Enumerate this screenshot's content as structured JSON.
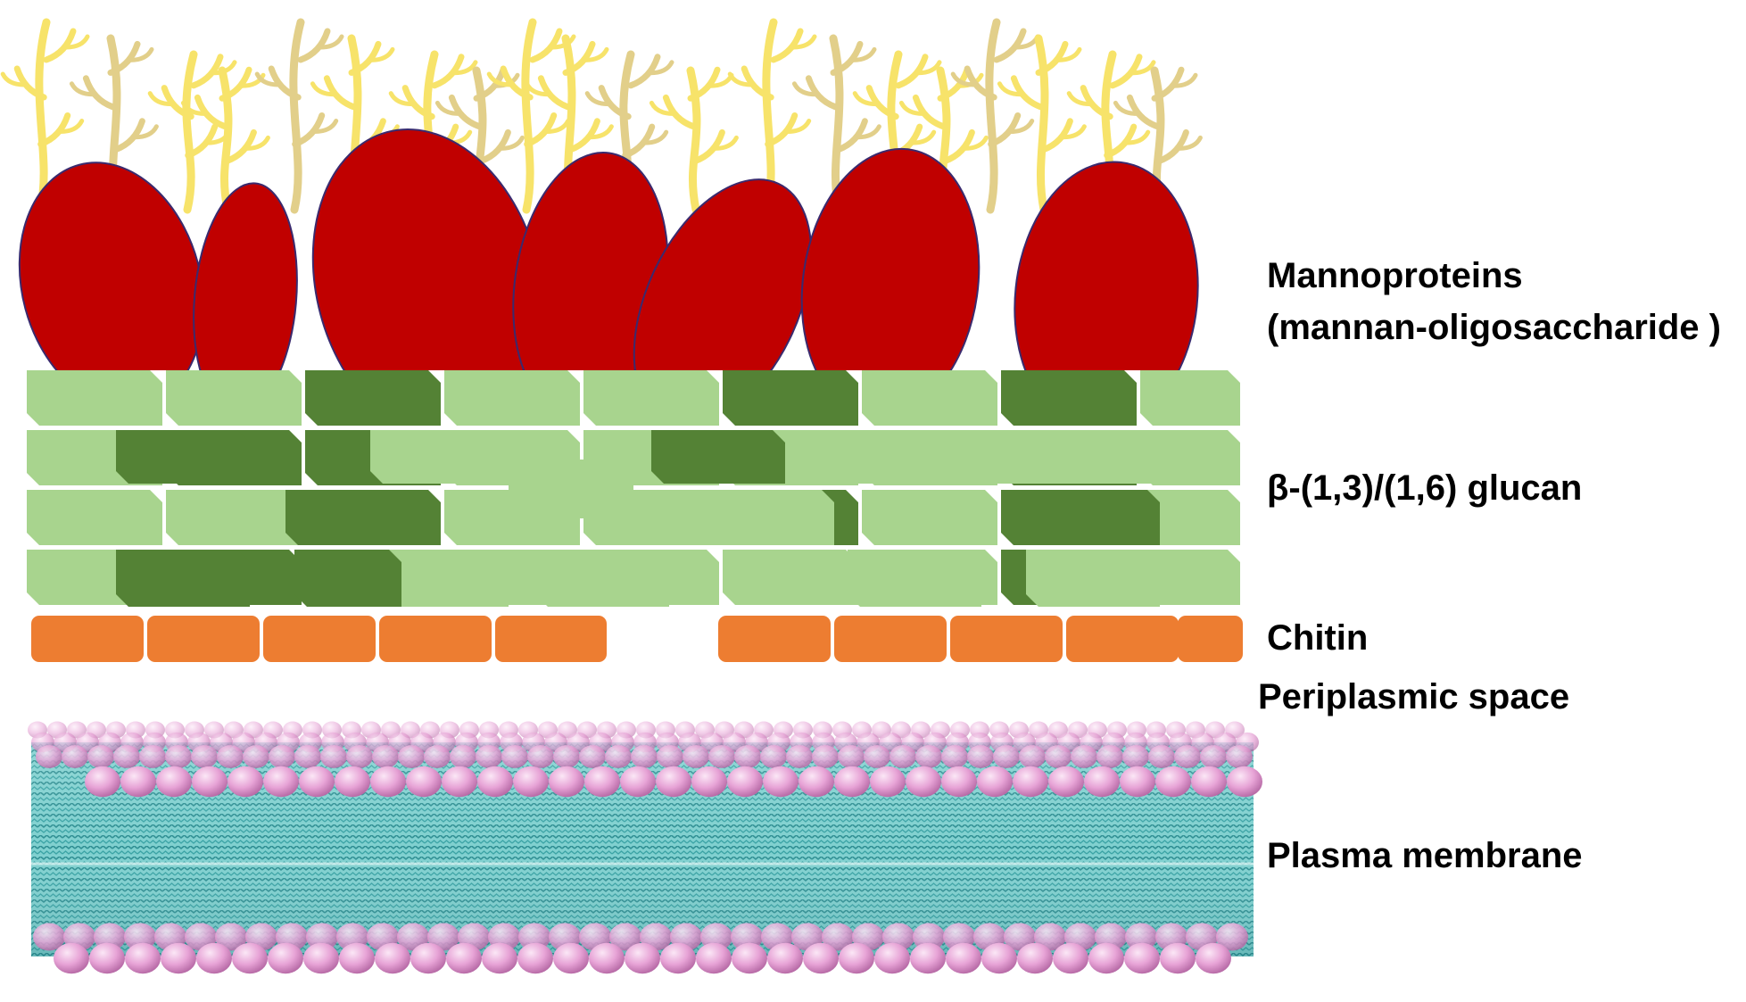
{
  "labels": {
    "mannoproteins_line1": "Mannoproteins",
    "mannoproteins_line2": "(mannan-oligosaccharide )",
    "glucan": "β-(1,3)/(1,6) glucan",
    "chitin": "Chitin",
    "periplasmic": "Periplasmic space",
    "membrane": "Plasma membrane"
  },
  "colors": {
    "mannoprotein_red": "#c00000",
    "mannoprotein_outline": "#3a2a6e",
    "mannan_yellow": "#f7e36a",
    "mannan_tan": "#e2cf8a",
    "glucan_light": "#a8d48e",
    "glucan_dark": "#548235",
    "chitin_orange": "#ed7d31",
    "lipid_head_pink": "#e8a6d8",
    "lipid_tail_teal": "#5fc3c4"
  }
}
